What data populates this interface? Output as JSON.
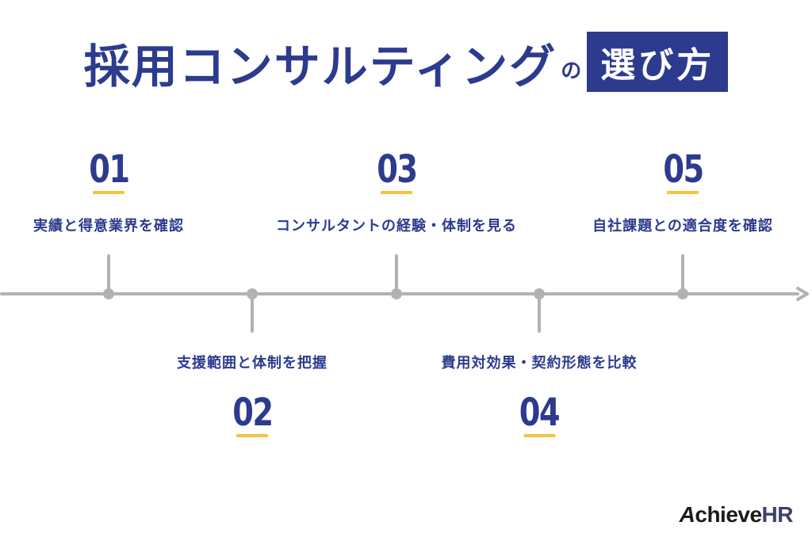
{
  "title": {
    "main": "採用コンサルティング",
    "particle": "の",
    "highlight": "選び方"
  },
  "steps": [
    {
      "number": "01",
      "label": "実績と得意業界を確認",
      "position": "top"
    },
    {
      "number": "02",
      "label": "支援範囲と体制を把握",
      "position": "bottom"
    },
    {
      "number": "03",
      "label": "コンサルタントの経験・体制を見る",
      "position": "top"
    },
    {
      "number": "04",
      "label": "費用対効果・契約形態を比較",
      "position": "bottom"
    },
    {
      "number": "05",
      "label": "自社課題との適合度を確認",
      "position": "top"
    }
  ],
  "logo": {
    "part1": "Achieve",
    "part2": "HR"
  },
  "colors": {
    "background": "#ffffff",
    "navy": "#2d3b8e",
    "accent_yellow": "#f5c43c",
    "timeline_gray": "#b2b2b2",
    "logo_black": "#1b1b1b",
    "logo_navy": "#3d4168"
  }
}
